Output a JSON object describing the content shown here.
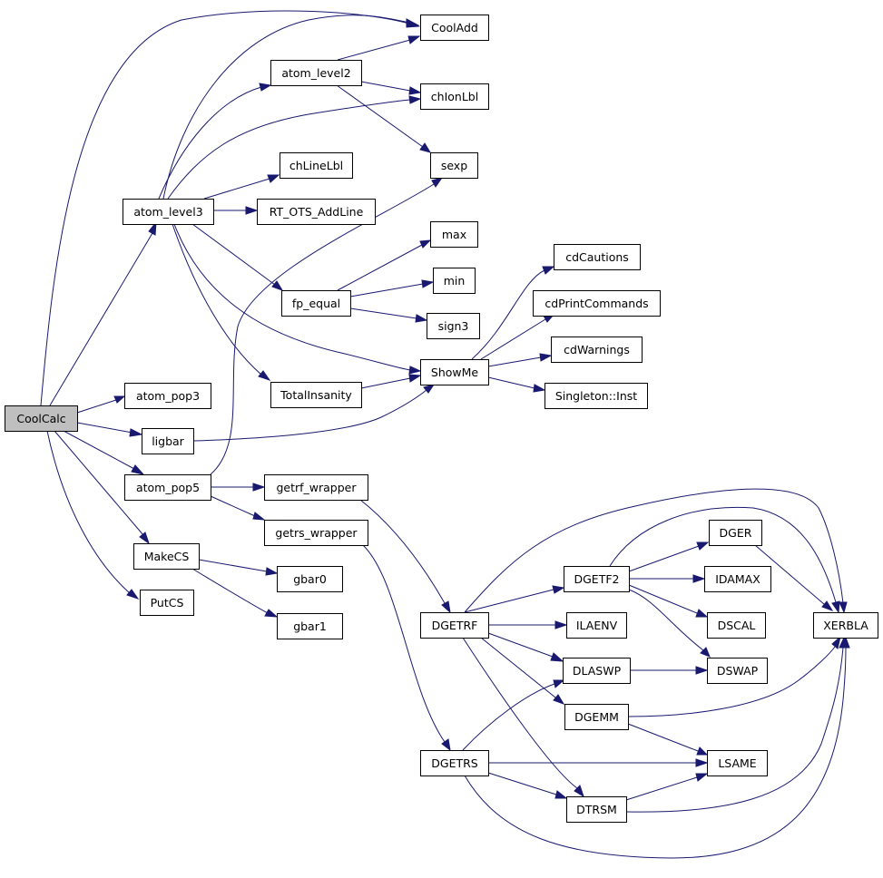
{
  "diagram": {
    "edge_color": "#191970",
    "root_fill": "#bfbfbf",
    "node_fill": "#ffffff",
    "nodes": [
      {
        "id": "CoolCalc",
        "label": "CoolCalc",
        "root": true
      },
      {
        "id": "CoolAdd",
        "label": "CoolAdd"
      },
      {
        "id": "atom_level2",
        "label": "atom_level2"
      },
      {
        "id": "chIonLbl",
        "label": "chIonLbl"
      },
      {
        "id": "sexp",
        "label": "sexp"
      },
      {
        "id": "chLineLbl",
        "label": "chLineLbl"
      },
      {
        "id": "atom_level3",
        "label": "atom_level3"
      },
      {
        "id": "RT_OTS_AddLine",
        "label": "RT_OTS_AddLine"
      },
      {
        "id": "max",
        "label": "max"
      },
      {
        "id": "cdCautions",
        "label": "cdCautions"
      },
      {
        "id": "fp_equal",
        "label": "fp_equal"
      },
      {
        "id": "min",
        "label": "min"
      },
      {
        "id": "cdPrintCommands",
        "label": "cdPrintCommands"
      },
      {
        "id": "sign3",
        "label": "sign3"
      },
      {
        "id": "cdWarnings",
        "label": "cdWarnings"
      },
      {
        "id": "ShowMe",
        "label": "ShowMe"
      },
      {
        "id": "TotalInsanity",
        "label": "TotalInsanity"
      },
      {
        "id": "Singleton_Inst",
        "label": "Singleton::Inst"
      },
      {
        "id": "atom_pop3",
        "label": "atom_pop3"
      },
      {
        "id": "ligbar",
        "label": "ligbar"
      },
      {
        "id": "atom_pop5",
        "label": "atom_pop5"
      },
      {
        "id": "getrf_wrapper",
        "label": "getrf_wrapper"
      },
      {
        "id": "getrs_wrapper",
        "label": "getrs_wrapper"
      },
      {
        "id": "DGER",
        "label": "DGER"
      },
      {
        "id": "MakeCS",
        "label": "MakeCS"
      },
      {
        "id": "DGETF2",
        "label": "DGETF2"
      },
      {
        "id": "IDAMAX",
        "label": "IDAMAX"
      },
      {
        "id": "gbar0",
        "label": "gbar0"
      },
      {
        "id": "PutCS",
        "label": "PutCS"
      },
      {
        "id": "DGETRF",
        "label": "DGETRF"
      },
      {
        "id": "ILAENV",
        "label": "ILAENV"
      },
      {
        "id": "DSCAL",
        "label": "DSCAL"
      },
      {
        "id": "XERBLA",
        "label": "XERBLA"
      },
      {
        "id": "gbar1",
        "label": "gbar1"
      },
      {
        "id": "DLASWP",
        "label": "DLASWP"
      },
      {
        "id": "DSWAP",
        "label": "DSWAP"
      },
      {
        "id": "DGEMM",
        "label": "DGEMM"
      },
      {
        "id": "DGETRS",
        "label": "DGETRS"
      },
      {
        "id": "LSAME",
        "label": "LSAME"
      },
      {
        "id": "DTRSM",
        "label": "DTRSM"
      }
    ],
    "edges": [
      {
        "from": "CoolCalc",
        "to": "CoolAdd"
      },
      {
        "from": "CoolCalc",
        "to": "atom_level3"
      },
      {
        "from": "CoolCalc",
        "to": "atom_pop3"
      },
      {
        "from": "CoolCalc",
        "to": "ligbar"
      },
      {
        "from": "CoolCalc",
        "to": "atom_pop5"
      },
      {
        "from": "CoolCalc",
        "to": "MakeCS"
      },
      {
        "from": "CoolCalc",
        "to": "PutCS"
      },
      {
        "from": "atom_level3",
        "to": "CoolAdd"
      },
      {
        "from": "atom_level3",
        "to": "atom_level2"
      },
      {
        "from": "atom_level3",
        "to": "chIonLbl"
      },
      {
        "from": "atom_level3",
        "to": "chLineLbl"
      },
      {
        "from": "atom_level3",
        "to": "RT_OTS_AddLine"
      },
      {
        "from": "atom_level3",
        "to": "fp_equal"
      },
      {
        "from": "atom_level3",
        "to": "ShowMe"
      },
      {
        "from": "atom_level3",
        "to": "TotalInsanity"
      },
      {
        "from": "atom_level2",
        "to": "CoolAdd"
      },
      {
        "from": "atom_level2",
        "to": "chIonLbl"
      },
      {
        "from": "atom_level2",
        "to": "sexp"
      },
      {
        "from": "atom_pop5",
        "to": "sexp"
      },
      {
        "from": "atom_pop5",
        "to": "getrf_wrapper"
      },
      {
        "from": "atom_pop5",
        "to": "getrs_wrapper"
      },
      {
        "from": "fp_equal",
        "to": "max"
      },
      {
        "from": "fp_equal",
        "to": "min"
      },
      {
        "from": "fp_equal",
        "to": "sign3"
      },
      {
        "from": "TotalInsanity",
        "to": "ShowMe"
      },
      {
        "from": "ligbar",
        "to": "ShowMe"
      },
      {
        "from": "ShowMe",
        "to": "cdCautions"
      },
      {
        "from": "ShowMe",
        "to": "cdPrintCommands"
      },
      {
        "from": "ShowMe",
        "to": "cdWarnings"
      },
      {
        "from": "ShowMe",
        "to": "Singleton_Inst"
      },
      {
        "from": "MakeCS",
        "to": "gbar0"
      },
      {
        "from": "MakeCS",
        "to": "gbar1"
      },
      {
        "from": "getrf_wrapper",
        "to": "DGETRF"
      },
      {
        "from": "getrs_wrapper",
        "to": "DGETRS"
      },
      {
        "from": "DGETRF",
        "to": "DGETF2"
      },
      {
        "from": "DGETRF",
        "to": "ILAENV"
      },
      {
        "from": "DGETRF",
        "to": "DLASWP"
      },
      {
        "from": "DGETRF",
        "to": "DGEMM"
      },
      {
        "from": "DGETRF",
        "to": "DTRSM"
      },
      {
        "from": "DGETRF",
        "to": "XERBLA"
      },
      {
        "from": "DGETF2",
        "to": "DGER"
      },
      {
        "from": "DGETF2",
        "to": "IDAMAX"
      },
      {
        "from": "DGETF2",
        "to": "DSCAL"
      },
      {
        "from": "DGETF2",
        "to": "DSWAP"
      },
      {
        "from": "DGETF2",
        "to": "XERBLA"
      },
      {
        "from": "DGER",
        "to": "XERBLA"
      },
      {
        "from": "DLASWP",
        "to": "DSWAP"
      },
      {
        "from": "DGEMM",
        "to": "LSAME"
      },
      {
        "from": "DGEMM",
        "to": "XERBLA"
      },
      {
        "from": "DGETRS",
        "to": "DLASWP"
      },
      {
        "from": "DGETRS",
        "to": "LSAME"
      },
      {
        "from": "DGETRS",
        "to": "DTRSM"
      },
      {
        "from": "DGETRS",
        "to": "XERBLA"
      },
      {
        "from": "DTRSM",
        "to": "LSAME"
      },
      {
        "from": "DTRSM",
        "to": "XERBLA"
      }
    ]
  }
}
